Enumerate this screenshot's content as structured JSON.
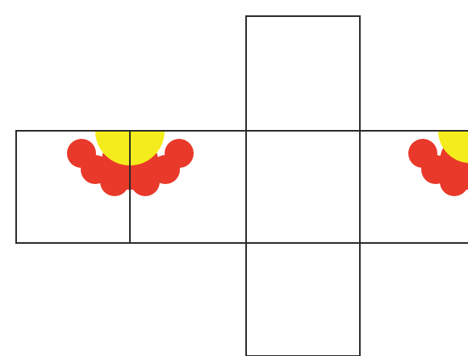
{
  "diagram": {
    "type": "cube-net",
    "face_count": 6,
    "colors": {
      "background": "#ffffff",
      "outline": "#2a2a2a",
      "petal": "#e8392a",
      "flower_center": "#f4ec1c"
    },
    "faces": [
      {
        "id": "left",
        "pattern": "half-flower-left"
      },
      {
        "id": "center-left",
        "pattern": "half-flower-right"
      },
      {
        "id": "top",
        "pattern": "blank"
      },
      {
        "id": "middle",
        "pattern": "blank"
      },
      {
        "id": "bottom",
        "pattern": "blank"
      },
      {
        "id": "right",
        "pattern": "half-flower-cut-off"
      }
    ]
  }
}
